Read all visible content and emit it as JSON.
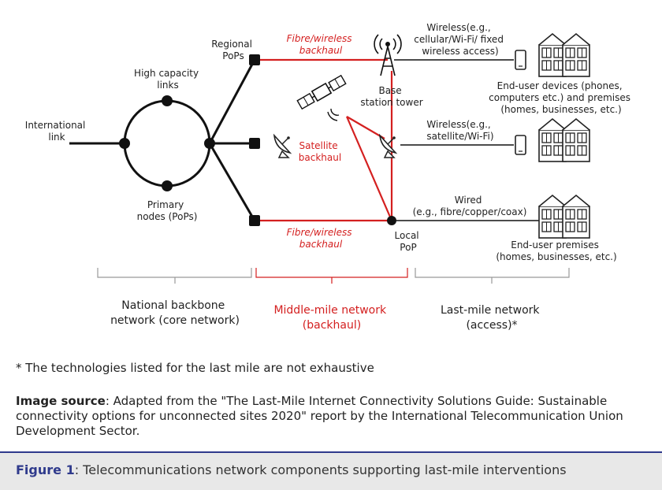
{
  "nodes": {
    "international": [
      "International",
      "link"
    ],
    "high_capacity": [
      "High capacity",
      "links"
    ],
    "primary": [
      "Primary",
      "nodes (PoPs)"
    ],
    "regional": [
      "Regional",
      "PoPs"
    ],
    "base_station": [
      "Base",
      "station tower"
    ],
    "satellite": [
      "Satellite",
      "backhaul"
    ],
    "local_pop": [
      "Local",
      "PoP"
    ]
  },
  "backhaul": {
    "top": [
      "Fibre/wireless",
      "backhaul"
    ],
    "bottom": [
      "Fibre/wireless",
      "backhaul"
    ]
  },
  "access": {
    "wireless_1": [
      "Wireless(e.g.,",
      "cellular/Wi-Fi/ fixed",
      "wireless access)"
    ],
    "wireless_2": [
      "Wireless(e.g.,",
      "satellite/Wi-Fi)"
    ],
    "wired": [
      "Wired",
      "(e.g., fibre/copper/coax)"
    ]
  },
  "endpoints": {
    "devices": [
      "End-user devices (phones,",
      "computers etc.) and premises",
      "(homes, businesses, etc.)"
    ],
    "premises": [
      "End-user premises",
      "(homes, businesses, etc.)"
    ]
  },
  "sections": {
    "national": [
      "National backbone",
      "network (core network)"
    ],
    "middle": [
      "Middle-mile network",
      "(backhaul)"
    ],
    "last": [
      "Last-mile network",
      "(access)*"
    ]
  },
  "colors": {
    "red": "#d42020",
    "bracket": "#999999",
    "accent": "#2f3a8c"
  },
  "footnote": "* The technologies listed for the last mile are not exhaustive",
  "source": {
    "label": "Image source",
    "text": ": Adapted from the \"The Last-Mile Internet Connectivity Solutions Guide: Sustainable connectivity options for unconnected sites 2020\" report by the International Telecommunication Union Development Sector."
  },
  "caption": {
    "label": "Figure 1",
    "text": ": Telecommunications network components supporting last-mile interventions"
  }
}
